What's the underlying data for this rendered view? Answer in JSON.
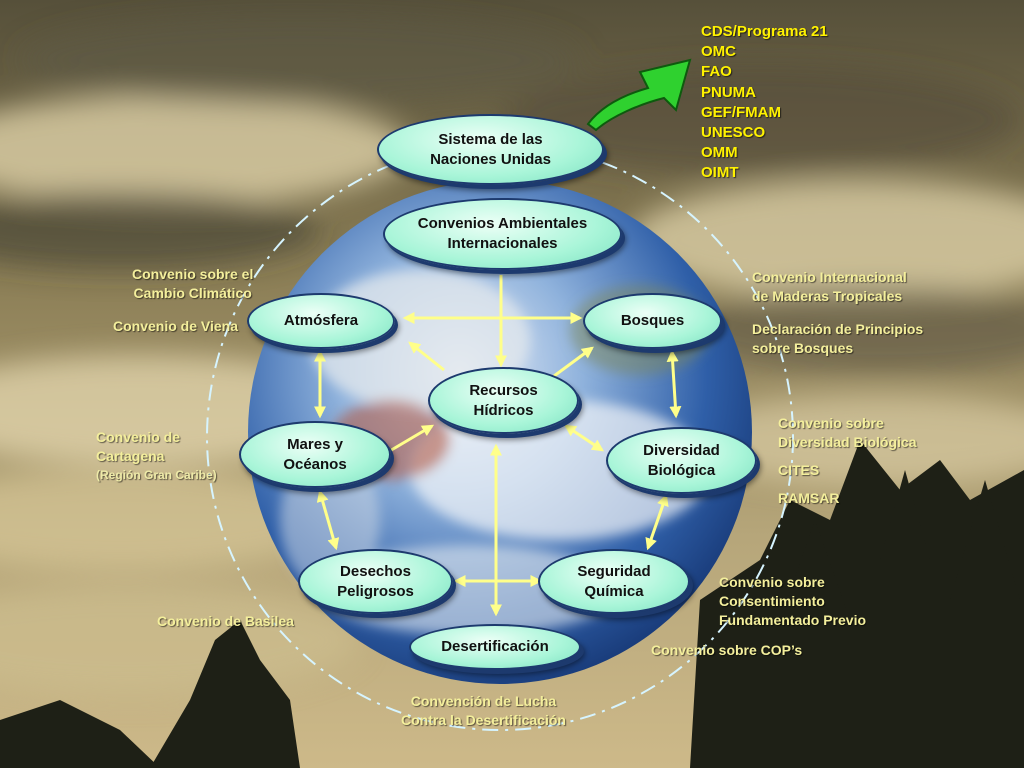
{
  "colors": {
    "node_fill": "#a8f5d8",
    "node_border": "#1d3a6e",
    "label_text": "#f4ef9c",
    "list_text": "#fff200",
    "arrow": "#ffff8a",
    "curved_arrow": "#2fd12f"
  },
  "nodes": {
    "sistema": [
      "Sistema de las",
      "Naciones Unidas"
    ],
    "convenios": [
      "Convenios Ambientales",
      "Internacionales"
    ],
    "atmosfera": [
      "Atmósfera"
    ],
    "bosques": [
      "Bosques"
    ],
    "recursos": [
      "Recursos",
      "Hídricos"
    ],
    "mares": [
      "Mares y",
      "Océanos"
    ],
    "diversidad": [
      "Diversidad",
      "Biológica"
    ],
    "desechos": [
      "Desechos",
      "Peligrosos"
    ],
    "seguridad": [
      "Seguridad",
      "Química"
    ],
    "desertificacion": [
      "Desertificación"
    ]
  },
  "un_agencies": [
    "CDS/Programa 21",
    "OMC",
    "FAO",
    "PNUMA",
    "GEF/FMAM",
    "UNESCO",
    "OMM",
    "OIMT"
  ],
  "labels": {
    "cambio_climatico": [
      "Convenio sobre el",
      "Cambio Climático"
    ],
    "viena": "Convenio de Viena",
    "cartagena": [
      "Convenio de",
      "Cartagena"
    ],
    "cartagena_sub": "(Región Gran Caribe)",
    "basilea": "Convenio de Basilea",
    "lucha": [
      "Convención de Lucha",
      "Contra la Desertificación"
    ],
    "maderas": [
      "Convenio Internacional",
      "de Maderas Tropicales"
    ],
    "principios": [
      "Declaración de Principios",
      "sobre Bosques"
    ],
    "diversidad_conv": [
      "Convenio sobre",
      "Diversidad Biológica"
    ],
    "cites": "CITES",
    "ramsar": "RAMSAR",
    "consentimiento": [
      "Convenio sobre",
      "Consentimiento",
      "Fundamentado Previo"
    ],
    "cops": "Convenio sobre COP’s"
  }
}
